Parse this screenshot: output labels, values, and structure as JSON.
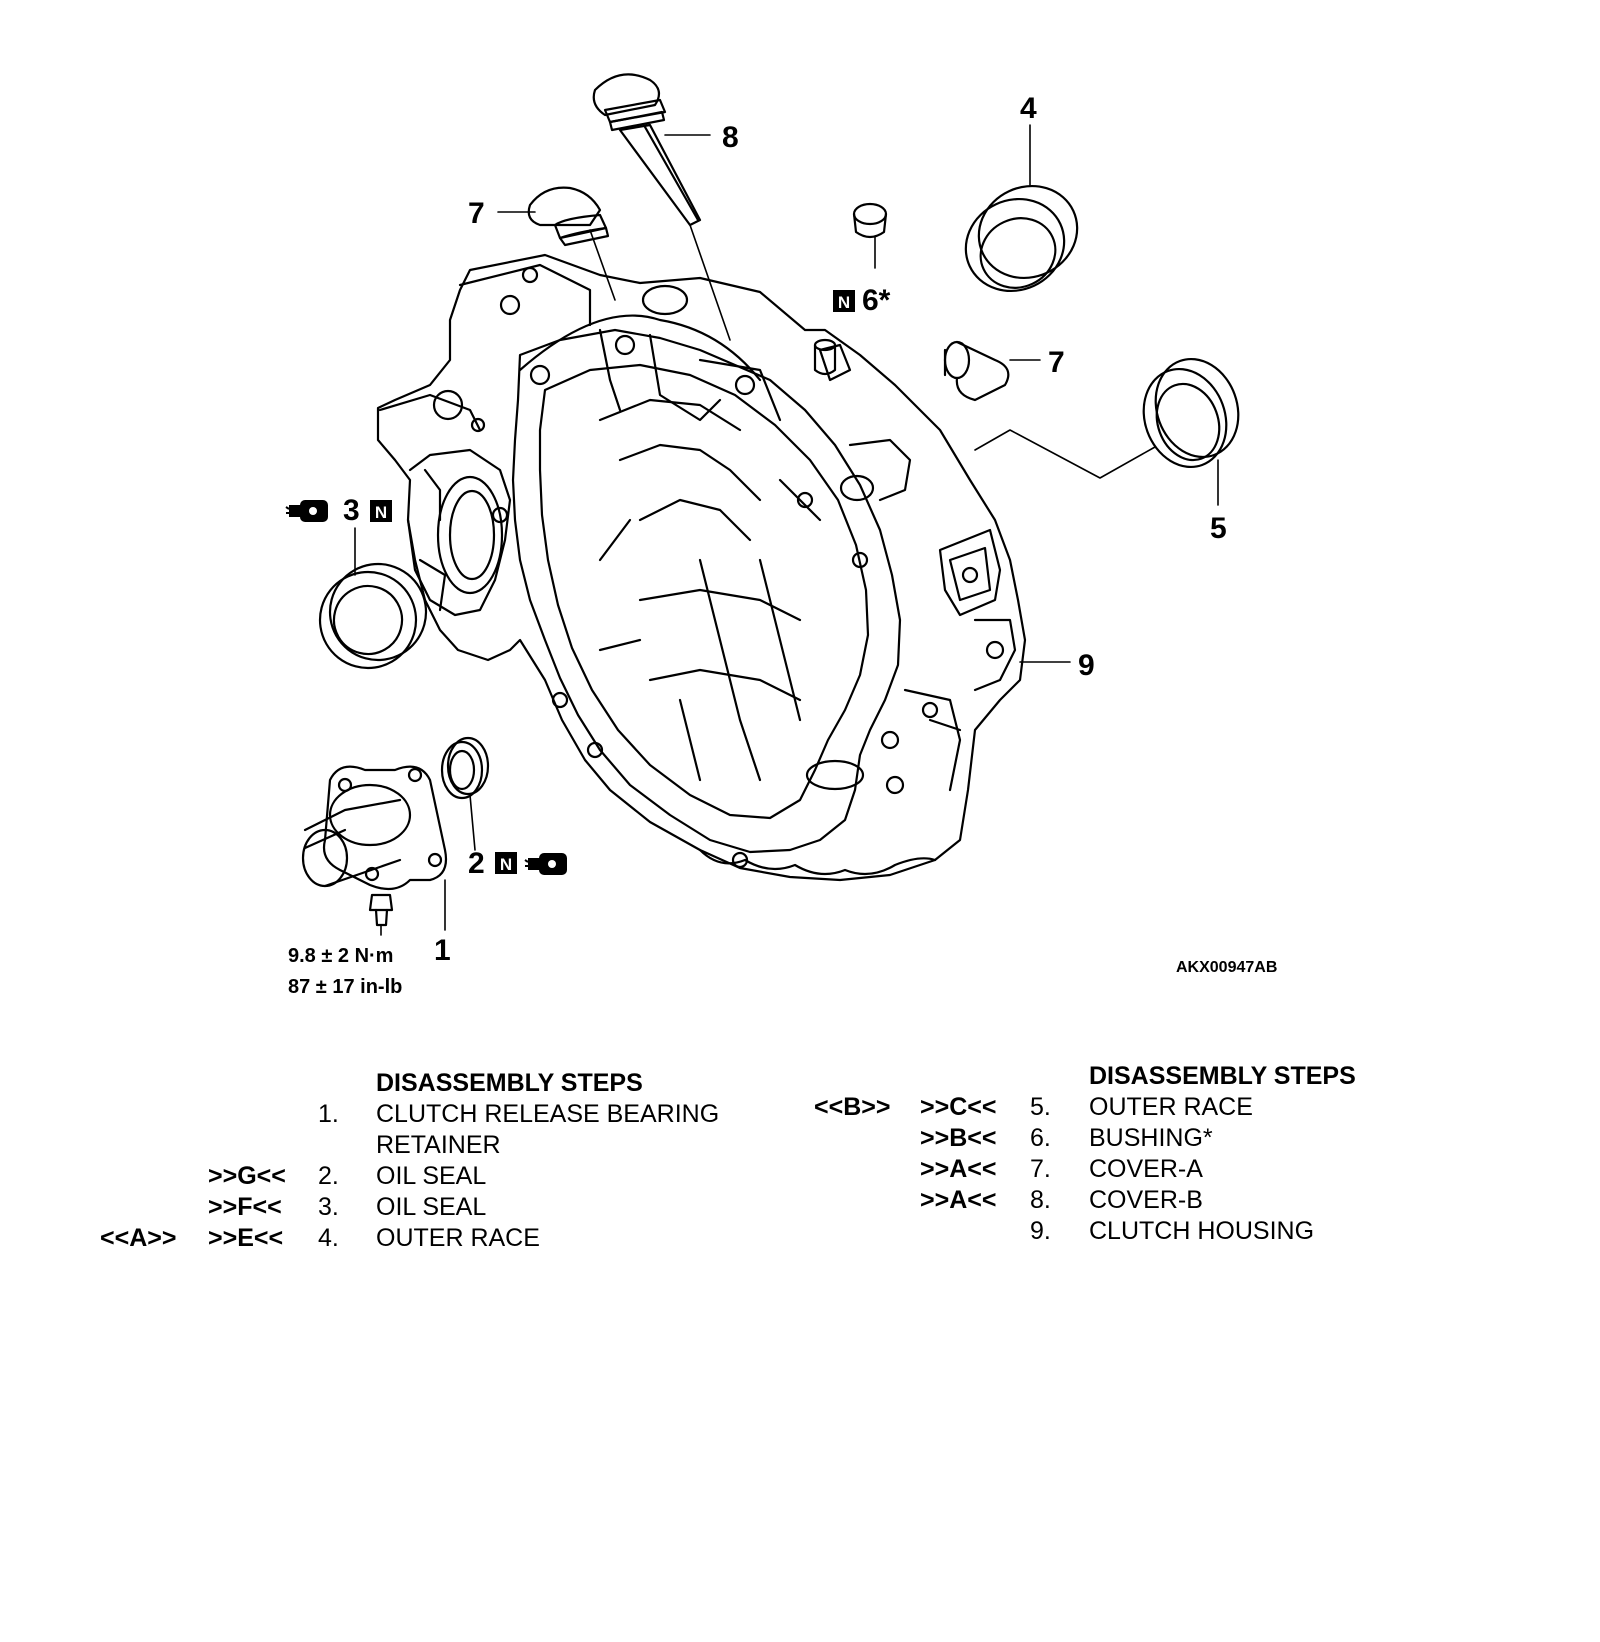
{
  "figure": {
    "callouts": {
      "c1": "1",
      "c2": "2",
      "c3": "3",
      "c4": "4",
      "c5": "5",
      "c6": "6*",
      "c7a": "7",
      "c7b": "7",
      "c8": "8",
      "c9": "9"
    },
    "badge_letter": "N",
    "torque_nm": "9.8 ± 2 N·m",
    "torque_inlb": "87 ± 17 in-lb",
    "figure_id": "AKX00947AB"
  },
  "steps_left": {
    "heading": "DISASSEMBLY STEPS",
    "rows": [
      {
        "remove": "",
        "install": "",
        "num": "1.",
        "name": "CLUTCH RELEASE BEARING"
      },
      {
        "remove": "",
        "install": "",
        "num": "",
        "name": "RETAINER"
      },
      {
        "remove": "",
        "install": ">>G<<",
        "num": "2.",
        "name": "OIL SEAL"
      },
      {
        "remove": "",
        "install": ">>F<<",
        "num": "3.",
        "name": "OIL SEAL"
      },
      {
        "remove": "<<A>>",
        "install": ">>E<<",
        "num": "4.",
        "name": "OUTER RACE"
      }
    ]
  },
  "steps_right": {
    "heading": "DISASSEMBLY STEPS",
    "rows": [
      {
        "remove": "<<B>>",
        "install": ">>C<<",
        "num": "5.",
        "name": "OUTER RACE"
      },
      {
        "remove": "",
        "install": ">>B<<",
        "num": "6.",
        "name": "BUSHING*"
      },
      {
        "remove": "",
        "install": ">>A<<",
        "num": "7.",
        "name": "COVER-A"
      },
      {
        "remove": "",
        "install": ">>A<<",
        "num": "8.",
        "name": "COVER-B"
      },
      {
        "remove": "",
        "install": "",
        "num": "9.",
        "name": "CLUTCH HOUSING"
      }
    ]
  }
}
